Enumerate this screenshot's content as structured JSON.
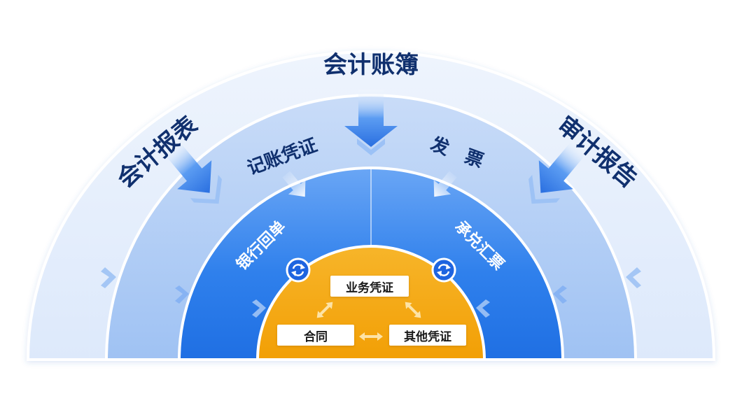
{
  "rings": {
    "outer": {
      "top": "会计账簿",
      "left": "会计报表",
      "right": "审计报告"
    },
    "second": {
      "left": "记账凭证",
      "right": "发　票"
    },
    "third": {
      "left": "银行回单",
      "right": "承兑汇票"
    }
  },
  "core": {
    "top_box": "业务凭证",
    "left_box": "合同",
    "right_box": "其他凭证"
  },
  "colors": {
    "outer_ring": "#e2edfb",
    "second_ring": "#a6c9f4",
    "third_ring": "#2c7eea",
    "core": "#f5a90f",
    "label_dark": "#10306e",
    "sync_icon": "#1e64e0"
  }
}
